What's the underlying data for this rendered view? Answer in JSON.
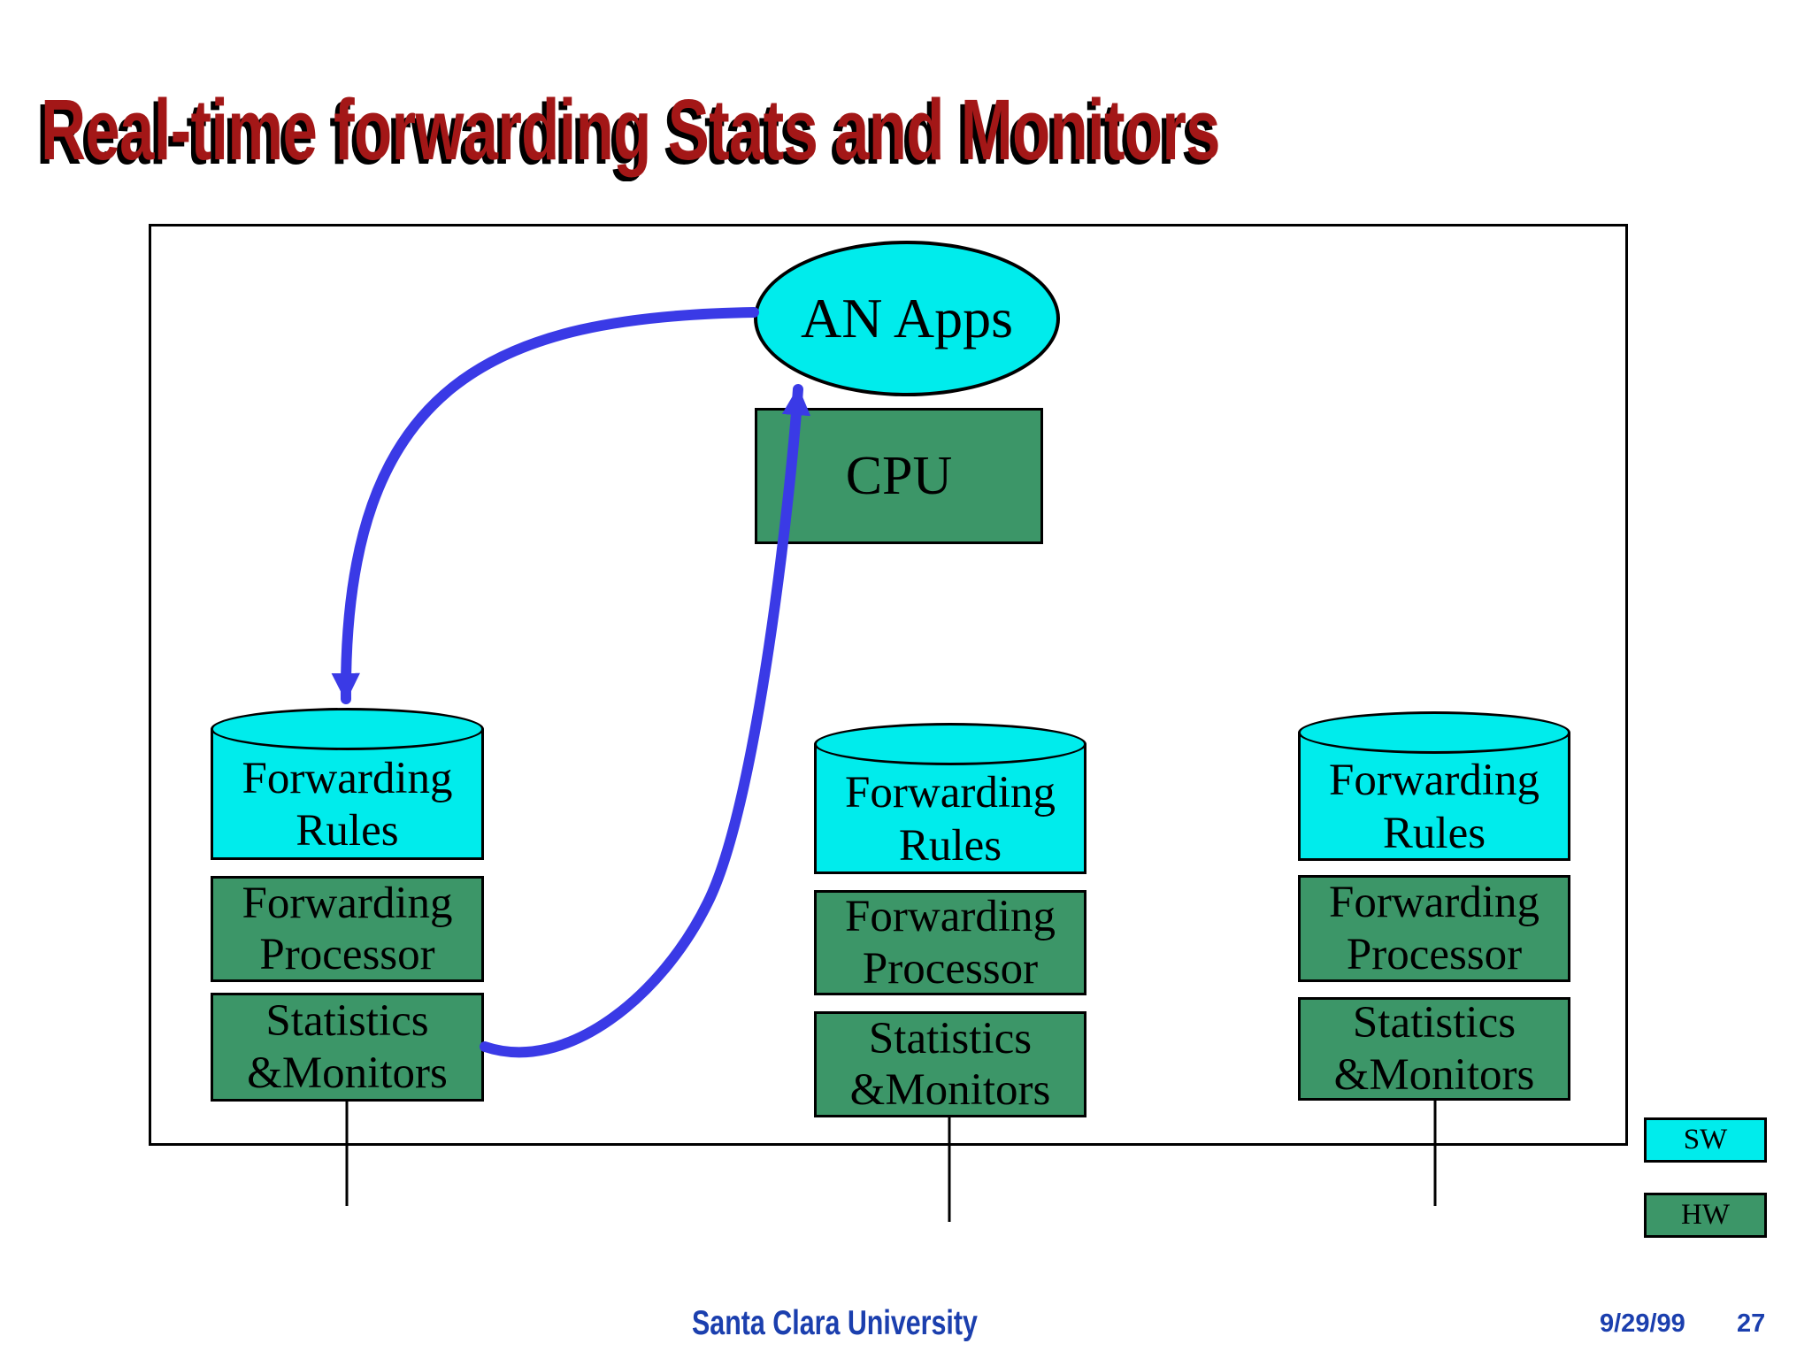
{
  "title": "Real-time forwarding Stats and Monitors",
  "diagram": {
    "an_apps_label": "AN Apps",
    "cpu_label": "CPU",
    "columns": [
      {
        "rules": "Forwarding Rules",
        "processor": "Forwarding Processor",
        "stats": "Statistics &Monitors"
      },
      {
        "rules": "Forwarding Rules",
        "processor": "Forwarding Processor",
        "stats": "Statistics &Monitors"
      },
      {
        "rules": "Forwarding Rules",
        "processor": "Forwarding Processor",
        "stats": "Statistics &Monitors"
      }
    ],
    "legend": {
      "sw_label": "SW",
      "hw_label": "HW"
    },
    "colors": {
      "software_cyan": "#00ECEC",
      "hardware_green": "#3C9668",
      "arrow_blue": "#3A3AE6",
      "title_red": "#A31717",
      "footer_blue": "#1B3FAE"
    }
  },
  "footer": {
    "university": "Santa Clara University",
    "date": "9/29/99",
    "page_number": "27"
  }
}
